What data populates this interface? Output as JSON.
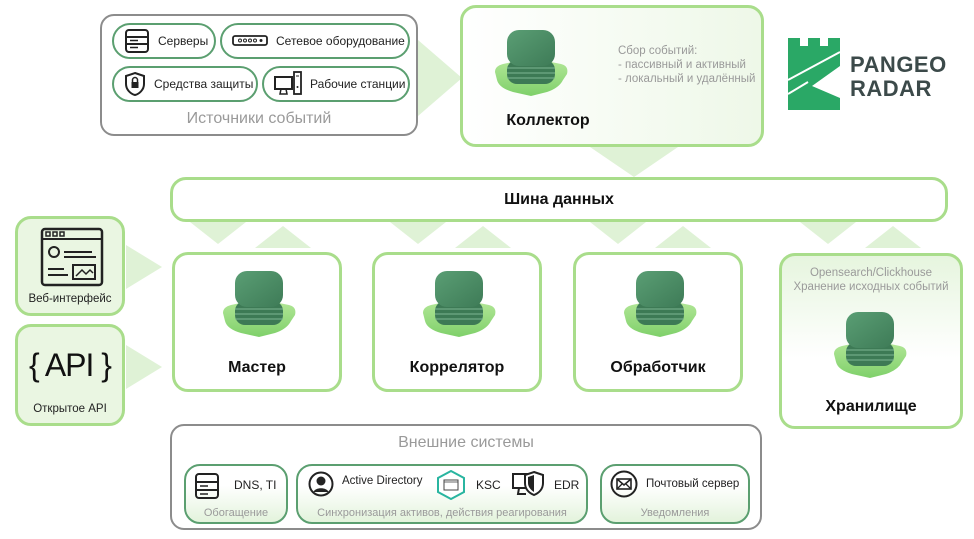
{
  "sources": {
    "title": "Источники событий",
    "items": [
      {
        "icon": "server-icon",
        "label": "Серверы"
      },
      {
        "icon": "network-switch-icon",
        "label": "Сетевое оборудование"
      },
      {
        "icon": "shield-lock-icon",
        "label": "Средства защиты"
      },
      {
        "icon": "workstation-icon",
        "label": "Рабочие станции"
      }
    ]
  },
  "collector": {
    "label": "Коллектор",
    "description": [
      "Сбор событий:",
      "- пассивный и активный",
      "- локальный и удалённый"
    ]
  },
  "logo": {
    "line1": "PANGEO",
    "line2": "RADAR",
    "brand_color": "#2aa866",
    "text_color": "#3c4a4a"
  },
  "bus": {
    "label": "Шина данных"
  },
  "interfaces": {
    "web": {
      "label": "Веб-интерфейс",
      "icon": "web-page-icon"
    },
    "api": {
      "label": "Открытое API",
      "glyph": "{ API }"
    }
  },
  "components": [
    {
      "label": "Мастер"
    },
    {
      "label": "Коррелятор"
    },
    {
      "label": "Обработчик"
    }
  ],
  "storage": {
    "label": "Хранилище",
    "description": [
      "Opensearch/Clickhouse",
      "Хранение исходных событий"
    ]
  },
  "external": {
    "title": "Внешние системы",
    "groups": [
      {
        "caption": "Обогащение",
        "items": [
          {
            "icon": "server-icon",
            "label": "DNS, TI"
          }
        ]
      },
      {
        "caption": "Синхронизация активов, действия реагирования",
        "items": [
          {
            "icon": "user-icon",
            "label": "Active Directory"
          },
          {
            "icon": "ksc-icon",
            "label": "KSC"
          },
          {
            "icon": "edr-icon",
            "label": "EDR"
          }
        ]
      },
      {
        "caption": "Уведомления",
        "items": [
          {
            "icon": "mail-icon",
            "label": "Почтовый сервер"
          }
        ]
      }
    ]
  },
  "colors": {
    "accent_green": "#a9dd8b",
    "dark_green": "#4f8f66",
    "border_gray": "#8c8c8c"
  }
}
